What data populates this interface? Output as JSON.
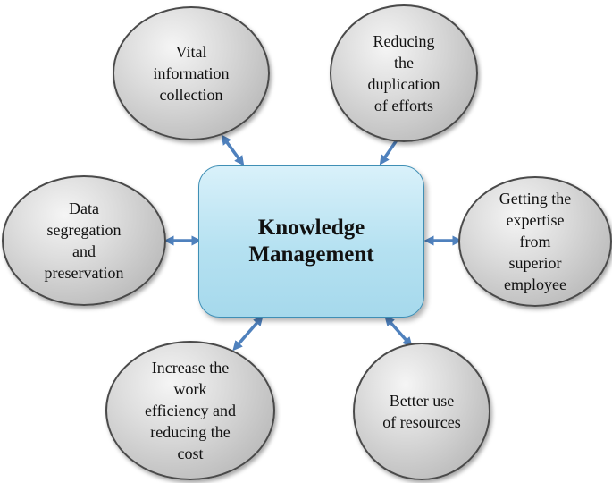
{
  "center": {
    "label": "Knowledge\nManagement"
  },
  "nodes": [
    {
      "id": "vital-info",
      "label": "Vital\ninformation\ncollection"
    },
    {
      "id": "reducing-duplication",
      "label": "Reducing\nthe\nduplication\nof efforts"
    },
    {
      "id": "getting-expertise",
      "label": "Getting the\nexpertise\nfrom\nsuperior\nemployee"
    },
    {
      "id": "better-use",
      "label": "Better use\nof resources"
    },
    {
      "id": "increase-efficiency",
      "label": "Increase the\nwork\nefficiency and\nreducing the\ncost"
    },
    {
      "id": "data-segregation",
      "label": "Data\nsegregation\nand\npreservation"
    }
  ],
  "colors": {
    "arrow": "#4f81bd",
    "center_fill": "#b5e1f1",
    "node_fill": "#cfcfcf"
  }
}
